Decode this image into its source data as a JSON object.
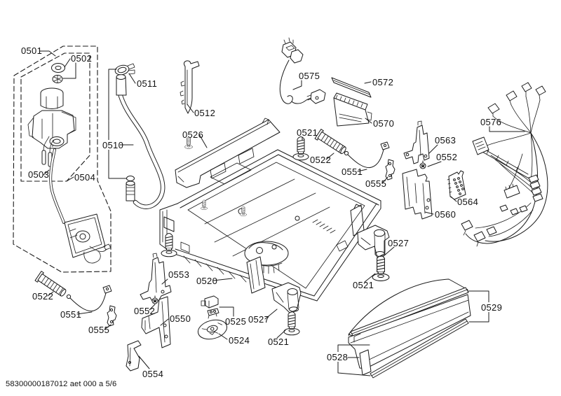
{
  "colors": {
    "background": "#ffffff",
    "line": "#1a1a1a",
    "text": "#111111"
  },
  "footer": {
    "code_line": "58300000187012 aet 000 a 5/6",
    "drawing_number": "58300000187012",
    "revision": "aet 000 a",
    "sheet": "5/6"
  },
  "parts": {
    "0501": "0501",
    "0502": "0502",
    "0503": "0503",
    "0504": "0504",
    "0510": "0510",
    "0511": "0511",
    "0512": "0512",
    "0520": "0520",
    "0521": "0521",
    "0522": "0522",
    "0524": "0524",
    "0525": "0525",
    "0526": "0526",
    "0527": "0527",
    "0528": "0528",
    "0529": "0529",
    "0550": "0550",
    "0551": "0551",
    "0552": "0552",
    "0553": "0553",
    "0554": "0554",
    "0555": "0555",
    "0560": "0560",
    "0563": "0563",
    "0564": "0564",
    "0570": "0570",
    "0572": "0572",
    "0575": "0575",
    "0576": "0576"
  }
}
